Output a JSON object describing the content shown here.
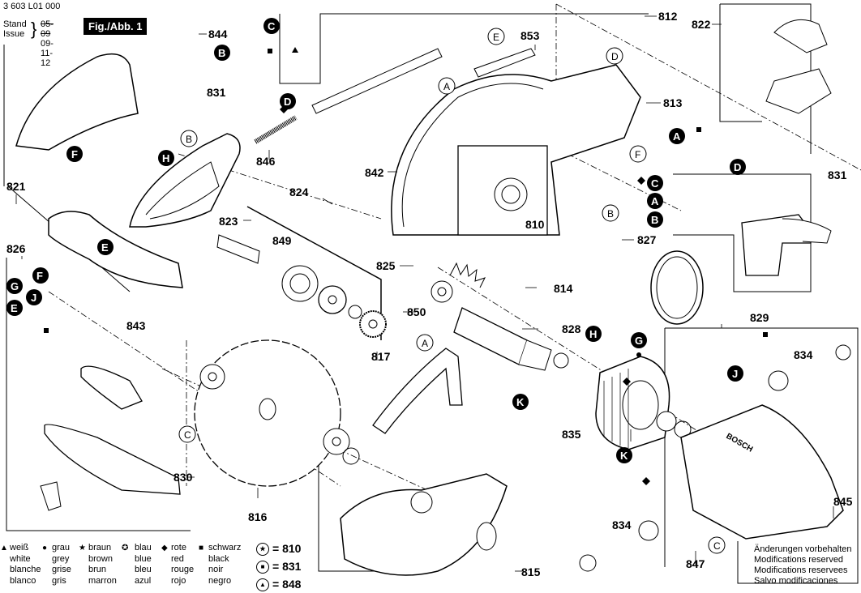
{
  "document": {
    "number": "3 603 L01 000",
    "stand_label": "Stand",
    "issue_label": "Issue",
    "stand_date_struck": "05-09",
    "issue_date": "09-11-12",
    "figure_label": "Fig./Abb. 1"
  },
  "part_numbers": [
    {
      "id": "844"
    },
    {
      "id": "831"
    },
    {
      "id": "812"
    },
    {
      "id": "853"
    },
    {
      "id": "822"
    },
    {
      "id": "813"
    },
    {
      "id": "846"
    },
    {
      "id": "842"
    },
    {
      "id": "821"
    },
    {
      "id": "824"
    },
    {
      "id": "823"
    },
    {
      "id": "849"
    },
    {
      "id": "810"
    },
    {
      "id": "827"
    },
    {
      "id": "831b"
    },
    {
      "id": "826"
    },
    {
      "id": "825"
    },
    {
      "id": "814"
    },
    {
      "id": "850"
    },
    {
      "id": "843"
    },
    {
      "id": "828"
    },
    {
      "id": "817"
    },
    {
      "id": "829"
    },
    {
      "id": "834"
    },
    {
      "id": "835"
    },
    {
      "id": "830"
    },
    {
      "id": "816"
    },
    {
      "id": "834b"
    },
    {
      "id": "845"
    },
    {
      "id": "815"
    },
    {
      "id": "847"
    }
  ],
  "labels": {
    "p844": "844",
    "p831": "831",
    "p812": "812",
    "p853": "853",
    "p822": "822",
    "p813": "813",
    "p846": "846",
    "p842": "842",
    "p821": "821",
    "p824": "824",
    "p823": "823",
    "p849": "849",
    "p810": "810",
    "p827": "827",
    "p831b": "831",
    "p826": "826",
    "p825": "825",
    "p814": "814",
    "p850": "850",
    "p843": "843",
    "p828": "828",
    "p817": "817",
    "p829": "829",
    "p834": "834",
    "p835": "835",
    "p830": "830",
    "p816": "816",
    "p834b": "834",
    "p845": "845",
    "p815": "815",
    "p847": "847"
  },
  "connector_letters": {
    "filled": [
      "C",
      "B",
      "D",
      "F",
      "H",
      "E",
      "G",
      "J",
      "E",
      "A",
      "C",
      "A",
      "B",
      "D",
      "H",
      "G",
      "K",
      "J",
      "K",
      "F"
    ],
    "outlined": [
      "E",
      "A",
      "D",
      "B",
      "F",
      "B",
      "A",
      "C",
      "C"
    ]
  },
  "legend": {
    "colors": [
      {
        "symbol": "triangle",
        "de": "weiß",
        "en": "white",
        "fr": "blanche",
        "es": "blanco"
      },
      {
        "symbol": "dot",
        "de": "grau",
        "en": "grey",
        "fr": "grise",
        "es": "gris"
      },
      {
        "symbol": "star",
        "de": "braun",
        "en": "brown",
        "fr": "brun",
        "es": "marron"
      },
      {
        "symbol": "circled-star",
        "de": "blau",
        "en": "blue",
        "fr": "bleu",
        "es": "azul"
      },
      {
        "symbol": "diamond",
        "de": "rote",
        "en": "red",
        "fr": "rouge",
        "es": "rojo"
      },
      {
        "symbol": "square",
        "de": "schwarz",
        "en": "black",
        "fr": "noir",
        "es": "negro"
      }
    ],
    "kits": [
      {
        "symbol": "circled-star",
        "text": "= 810"
      },
      {
        "symbol": "circled-square",
        "text": "= 831"
      },
      {
        "symbol": "circled-triangle",
        "text": "= 848"
      }
    ]
  },
  "notice": {
    "de": "Änderungen vorbehalten",
    "en": "Modifications reserved",
    "fr": "Modifications reservees",
    "es": "Salvo modificaciones"
  },
  "brand_mark": "BOSCH"
}
